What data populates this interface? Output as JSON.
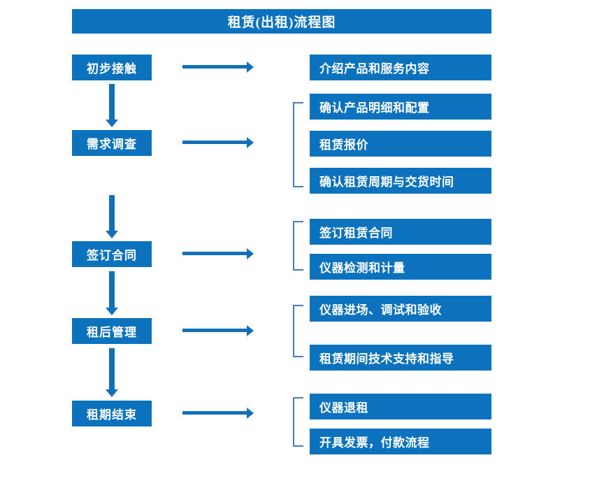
{
  "title": "租赁(出租)流程图",
  "colors": {
    "box_blue": "#0d72be",
    "arrow_blue": "#1270b8",
    "bracket_blue": "#4a7ebb",
    "text": "#ffffff",
    "background": "#ffffff"
  },
  "stages": [
    {
      "label": "初步接触"
    },
    {
      "label": "需求调查"
    },
    {
      "label": "签订合同"
    },
    {
      "label": "租后管理"
    },
    {
      "label": "租期结束"
    }
  ],
  "details": [
    {
      "label": "介绍产品和服务内容"
    },
    {
      "label": "确认产品明细和配置"
    },
    {
      "label": "租赁报价"
    },
    {
      "label": "确认租赁周期与交货时间"
    },
    {
      "label": "签订租赁合同"
    },
    {
      "label": "仪器检测和计量"
    },
    {
      "label": "仪器进场、调试和验收"
    },
    {
      "label": "租赁期间技术支持和指导"
    },
    {
      "label": "仪器退租"
    },
    {
      "label": "开具发票，付款流程"
    }
  ],
  "chart_data": {
    "type": "diagram",
    "title": "租赁(出租)流程图",
    "diagram_kind": "flowchart",
    "orientation": "vertical-with-right-branches",
    "stages": [
      {
        "stage": "初步接触",
        "outputs": [
          "介绍产品和服务内容"
        ]
      },
      {
        "stage": "需求调查",
        "outputs": [
          "确认产品明细和配置",
          "租赁报价",
          "确认租赁周期与交货时间"
        ]
      },
      {
        "stage": "签订合同",
        "outputs": [
          "签订租赁合同",
          "仪器检测和计量"
        ]
      },
      {
        "stage": "租后管理",
        "outputs": [
          "仪器进场、调试和验收",
          "租赁期间技术支持和指导"
        ]
      },
      {
        "stage": "租期结束",
        "outputs": [
          "仪器退租",
          "开具发票，付款流程"
        ]
      }
    ]
  }
}
